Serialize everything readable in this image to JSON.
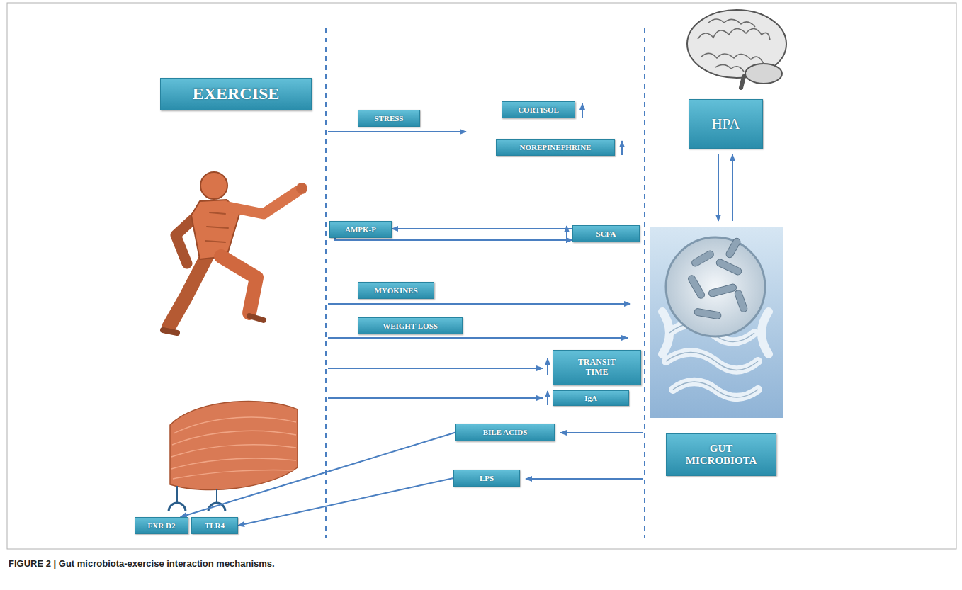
{
  "diagram": {
    "caption": "FIGURE 2 | Gut microbiota-exercise interaction mechanisms.",
    "nodes": [
      {
        "text": [
          "EXERCISE"
        ]
      },
      {
        "text": [
          "STRESS"
        ]
      },
      {
        "text": [
          "CORTISOL"
        ]
      },
      {
        "text": [
          "HPA"
        ]
      },
      {
        "text": [
          "NOREPINEPHRINE"
        ]
      },
      {
        "text": [
          "AMPK-P"
        ]
      },
      {
        "text": [
          "SCFA"
        ]
      },
      {
        "text": [
          "MYOKINES"
        ]
      },
      {
        "text": [
          "WEIGHT LOSS"
        ]
      },
      {
        "text": [
          "TRANSIT TIME"
        ]
      },
      {
        "text": [
          "IgA"
        ]
      },
      {
        "text": [
          "BILE ACIDS"
        ]
      },
      {
        "text": [
          "GUT MICROBIOTA"
        ]
      },
      {
        "text": [
          "LPS"
        ]
      },
      {
        "text": [
          "FXR D2"
        ]
      },
      {
        "text": [
          "TLR4"
        ]
      }
    ],
    "edges": [
      {
        "from": 6,
        "to": 5,
        "arrow": "to"
      },
      {
        "from": 5,
        "to": 6,
        "arrow": "to"
      },
      {
        "from": 11,
        "to": 14,
        "arrow": "to"
      },
      {
        "from": 13,
        "to": 15,
        "arrow": "to"
      }
    ]
  }
}
